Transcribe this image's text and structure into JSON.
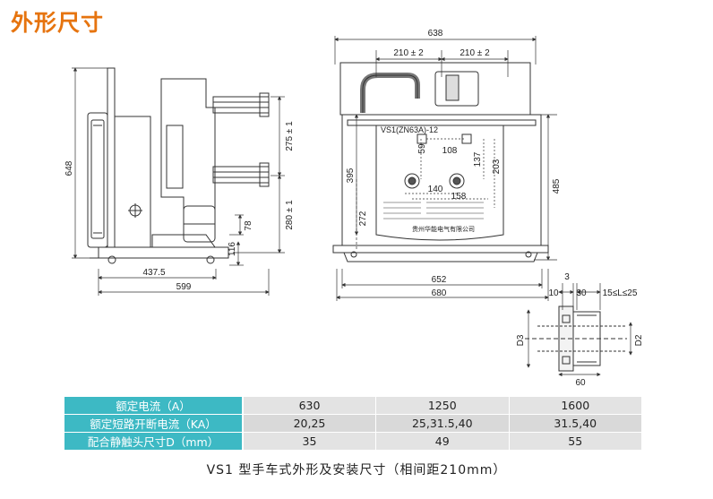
{
  "page_title": "外形尺寸",
  "side_view": {
    "dims": {
      "height_total": "648",
      "upper_contact": "275 ± 1",
      "lower_contact": "280 ± 1",
      "d78": "78",
      "d116": "116",
      "width_437": "437.5",
      "width_599": "599"
    }
  },
  "front_view": {
    "dims": {
      "overall_width": "638",
      "pitch_left": "210 ± 2",
      "pitch_right": "210 ± 2",
      "height_395": "395",
      "height_485": "485",
      "height_272": "272",
      "d59": "59",
      "d108": "108",
      "d137": "137",
      "d203": "203",
      "d140": "140",
      "d158": "158",
      "width_652": "652",
      "width_680": "680"
    },
    "model_label": "VS1(ZN63A)-12",
    "maker_label": "贵州华能电气有限公司"
  },
  "contact_detail": {
    "dims": {
      "d3": "3",
      "d10": "10",
      "d30": "30",
      "range": "15≤L≤25",
      "D3": "D3",
      "D2": "D2",
      "d60": "60"
    }
  },
  "spec_table": {
    "rows": [
      {
        "label": "额定电流（A）",
        "values": [
          "630",
          "1250",
          "1600"
        ]
      },
      {
        "label": "额定短路开断电流（KA）",
        "values": [
          "20,25",
          "25,31.5,40",
          "31.5,40"
        ]
      },
      {
        "label": "配合静触头尺寸D（mm）",
        "values": [
          "35",
          "49",
          "55"
        ]
      }
    ]
  },
  "caption": "VS1 型手车式外形及安装尺寸（相间距210mm）",
  "colors": {
    "title": "#e6740f",
    "table_header": "#3db9c4",
    "table_cell": "#d9d9d9",
    "line": "#333333"
  }
}
